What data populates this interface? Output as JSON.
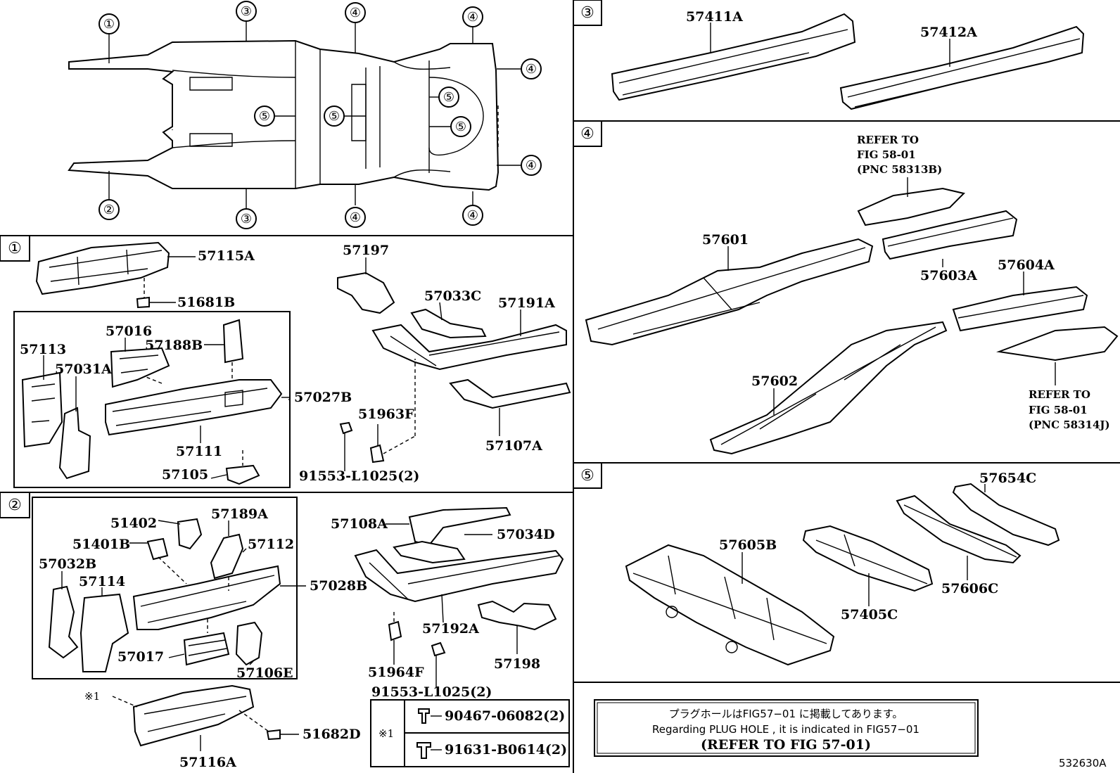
{
  "overview": {
    "markers": [
      "①",
      "②",
      "③",
      "③",
      "④",
      "④",
      "④",
      "④",
      "④",
      "④",
      "⑤",
      "⑤",
      "⑤",
      "⑤"
    ]
  },
  "section1": {
    "marker": "①",
    "labels": {
      "p57115A": "57115A",
      "p51681B": "51681B",
      "p57113": "57113",
      "p57016": "57016",
      "p57188B": "57188B",
      "p57031A": "57031A",
      "p57027B": "57027B",
      "p57111": "57111",
      "p57105": "57105",
      "p57197": "57197",
      "p57033C": "57033C",
      "p57191A": "57191A",
      "p51963F": "51963F",
      "p57107A": "57107A",
      "p91553": "91553-L1025(2)"
    }
  },
  "section2": {
    "marker": "②",
    "labels": {
      "p51402": "51402",
      "p57189A": "57189A",
      "p51401B": "51401B",
      "p57112": "57112",
      "p57032B": "57032B",
      "p57114": "57114",
      "p57028B": "57028B",
      "p57017": "57017",
      "p57106E": "57106E",
      "p57108A": "57108A",
      "p57034D": "57034D",
      "p57192A": "57192A",
      "p51964F": "51964F",
      "p57198": "57198",
      "p91553": "91553-L1025(2)",
      "p57116A": "57116A",
      "p51682D": "51682D",
      "ref": "※1"
    },
    "fasteners": {
      "mark": "※1",
      "f1": "90467-06082(2)",
      "f2": "91631-B0614(2)"
    }
  },
  "section3": {
    "marker": "③",
    "labels": {
      "p57411A": "57411A",
      "p57412A": "57412A"
    }
  },
  "section4": {
    "marker": "④",
    "labels": {
      "p57601": "57601",
      "p57603A": "57603A",
      "p57604A": "57604A",
      "p57602": "57602",
      "ref1_l1": "REFER TO",
      "ref1_l2": "FIG 58-01",
      "ref1_l3": "(PNC 58313B)",
      "ref2_l1": "REFER TO",
      "ref2_l2": "FIG 58-01",
      "ref2_l3": "(PNC 58314J)"
    }
  },
  "section5": {
    "marker": "⑤",
    "labels": {
      "p57654C": "57654C",
      "p57605B": "57605B",
      "p57606C": "57606C",
      "p57405C": "57405C"
    }
  },
  "note": {
    "jp": "プラグホールはFIG57−01 に掲載してあります。",
    "en": "Regarding PLUG HOLE , it is indicated in FIG57−01",
    "refer": "(REFER TO FIG 57-01)"
  },
  "figure_id": "532630A"
}
